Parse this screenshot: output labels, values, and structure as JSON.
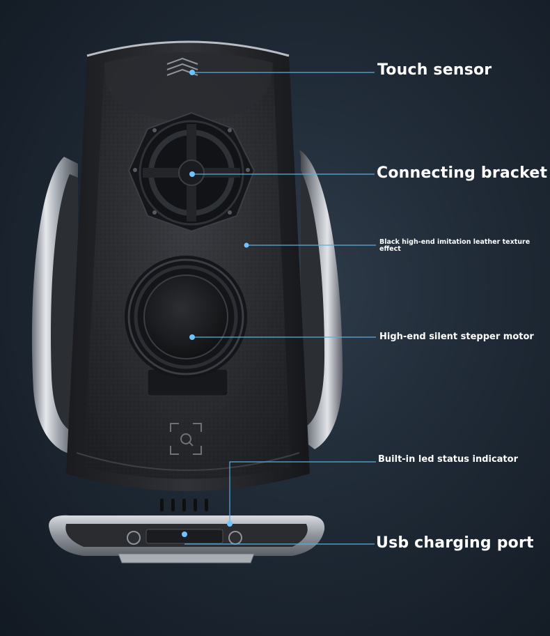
{
  "callouts": {
    "touch_sensor": "Touch sensor",
    "connecting_bracket": "Connecting bracket",
    "leather_texture": "Black high-end imitation leather texture effect",
    "stepper_motor": "High-end silent stepper motor",
    "led_indicator": "Built-in led status indicator",
    "usb_port": "Usb charging port"
  },
  "colors": {
    "background": "#1f2a36",
    "callout_line": "#5aaee0",
    "callout_dot": "#6fc3ff",
    "text": "#ffffff",
    "device_body": "#2a2c30",
    "chrome": "#c9ccd2"
  }
}
